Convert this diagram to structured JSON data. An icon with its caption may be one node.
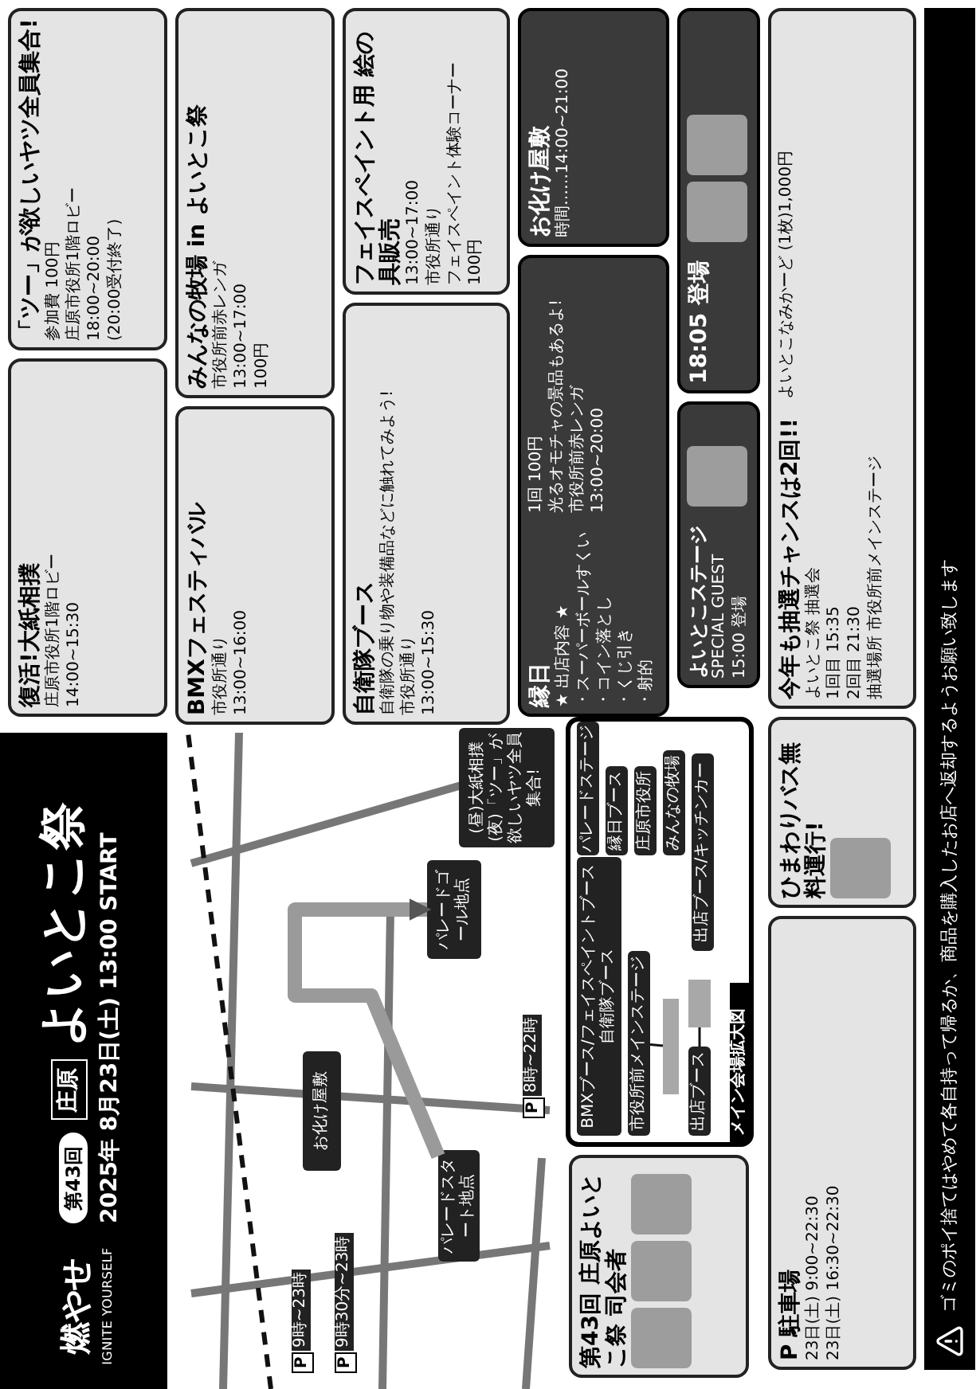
{
  "diagram": {
    "nodes": [
      {
        "text": [
          "第43回",
          "庄原",
          "よいとこ祭",
          "2025年 8月23日(土) 13:00 START",
          "燃やせ",
          "IGNITE YOURSELF"
        ]
      },
      {
        "text": [
          "復活!大紙相撲",
          "庄原市役所1階ロビー",
          "14:00~15:30"
        ]
      },
      {
        "text": [
          "「ツー」が欲しいヤツ全員集合!",
          "参加費 100円",
          "庄原市役所1階ロビー",
          "18:00~20:00",
          "(20:00受付終了)"
        ]
      },
      {
        "text": [
          "BMXフェスティバル",
          "市役所通り",
          "13:00~16:00"
        ]
      },
      {
        "text": [
          "みんなの牧場 in よいとこ祭",
          "市役所前赤レンガ",
          "13:00~17:00",
          "100円"
        ]
      },
      {
        "text": [
          "自衛隊ブース",
          "自衛隊の乗り物や装備品などに触れてみよう!",
          "市役所通り",
          "13:00~15:30"
        ]
      },
      {
        "text": [
          "フェイスペイント用 絵の具販売",
          "13:00~17:00",
          "市役所通り",
          "フェイスペイント体験コーナー",
          "100円"
        ]
      },
      {
        "text": [
          "縁日",
          "★ 出店内容 ★",
          "・スーパーボールすくい",
          "・コイン落とし",
          "・くじ引き",
          "・射的",
          "1回 100円",
          "光るオモチャの景品もあるよ!",
          "市役所前赤レンガ",
          "13:00~20:00"
        ]
      },
      {
        "text": [
          "お化け屋敷",
          "時間……14:00~21:00"
        ]
      },
      {
        "text": [
          "よいとこステージ",
          "SPECIAL GUEST",
          "15:00 登場"
        ]
      },
      {
        "text": [
          "18:05 登場"
        ]
      },
      {
        "text": [
          "今年も抽選チャンスは2回!!",
          "よいとこ祭 抽選会",
          "1回目 15:35",
          "2回目 21:30",
          "抽選場所 市役所前メインステージ",
          "よいとこなみかーど (1枚)1,000円"
        ]
      },
      {
        "text": [
          "P 駐車場",
          "23日(土) 9:00~22:30",
          "23日(土) 16:30~22:30"
        ]
      },
      {
        "text": [
          "ひまわりバス無料運行!"
        ]
      },
      {
        "text": [
          "第43回 庄原よいとこ祭 司会者"
        ]
      },
      {
        "text": [
          "メイン会場拡大図"
        ]
      },
      {
        "text": [
          "出店ブース"
        ],
        "in": 15
      },
      {
        "text": [
          "出店ブース/キッチンカー"
        ],
        "in": 15
      },
      {
        "text": [
          "BMXブース/フェイスペイントブース自衛隊ブース"
        ],
        "in": 15
      },
      {
        "text": [
          "市役所前メインステージ"
        ],
        "in": 15
      },
      {
        "text": [
          "縁日ブース"
        ],
        "in": 15
      },
      {
        "text": [
          "パレードステージ"
        ],
        "in": 15
      },
      {
        "text": [
          "庄原市役所"
        ],
        "in": 15
      },
      {
        "text": [
          "みんなの牧場"
        ],
        "in": 15
      },
      {
        "text": [
          "(昼)大紙相撲 (夜)「ツー」が欲しいヤツ全員集合!"
        ]
      },
      {
        "text": [],
        "shape": "box",
        "in": 15
      },
      {
        "text": [],
        "shape": "box",
        "in": 15
      },
      {
        "text": [
          "パレードスタート地点"
        ]
      },
      {
        "text": [
          "パレードゴール地点"
        ]
      },
      {
        "text": [
          "お化け屋敷"
        ]
      },
      {
        "text": [
          "ゴミのポイ捨てはやめて各自持って帰るか、商品を購入したお店へ返却するようお願い致します"
        ]
      }
    ],
    "edges": [
      {
        "from": 16,
        "to": 26,
        "arrow": "none"
      },
      {
        "from": 19,
        "to": 25,
        "arrow": "none"
      },
      {
        "from": 27,
        "to": 28,
        "arrow": "to",
        "style": "thick",
        "color": "#9a9a9a"
      }
    ],
    "labels": [
      "P",
      "9時~23時",
      "P",
      "9時30分~23時",
      "P",
      "8時~22時"
    ]
  }
}
